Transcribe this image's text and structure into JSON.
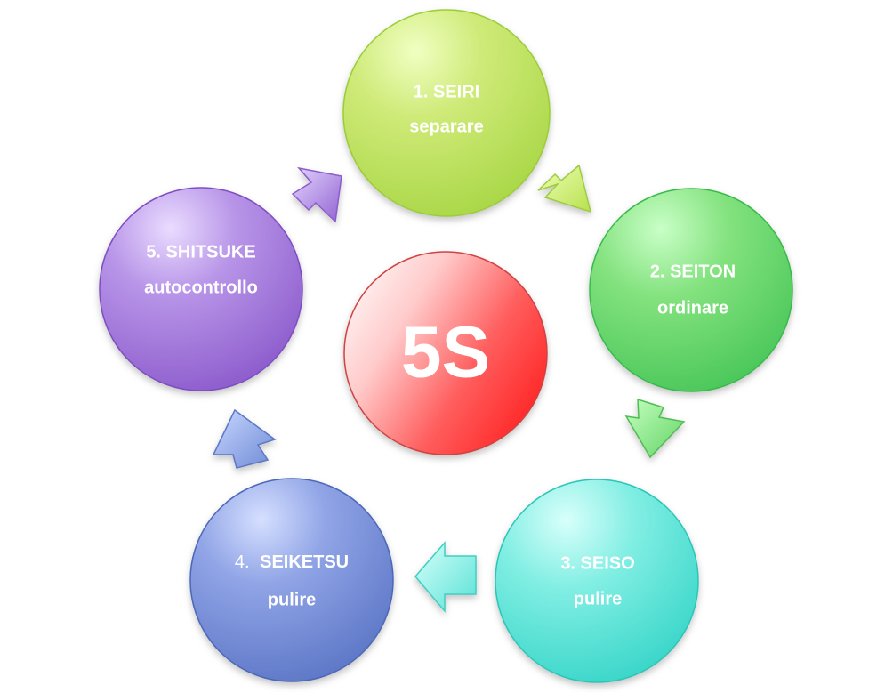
{
  "diagram": {
    "center": {
      "label": "5S"
    },
    "nodes": [
      {
        "id": "seiri",
        "title": "1. SEIRI",
        "subtitle": "separare",
        "color": "#c9e86a"
      },
      {
        "id": "seiton",
        "title": "2. SEITON",
        "subtitle": "ordinare",
        "color": "#79e07b"
      },
      {
        "id": "seiso",
        "title": "3. SEISO",
        "subtitle": "pulire",
        "color": "#7beee2"
      },
      {
        "id": "seiketsu",
        "number": "4.",
        "name": "SEIKETSU",
        "subtitle": "pulire",
        "color": "#7e92d6"
      },
      {
        "id": "shitsuke",
        "title": "5. SHITSUKE",
        "subtitle": "autocontrollo",
        "color": "#aa83d8"
      }
    ]
  }
}
